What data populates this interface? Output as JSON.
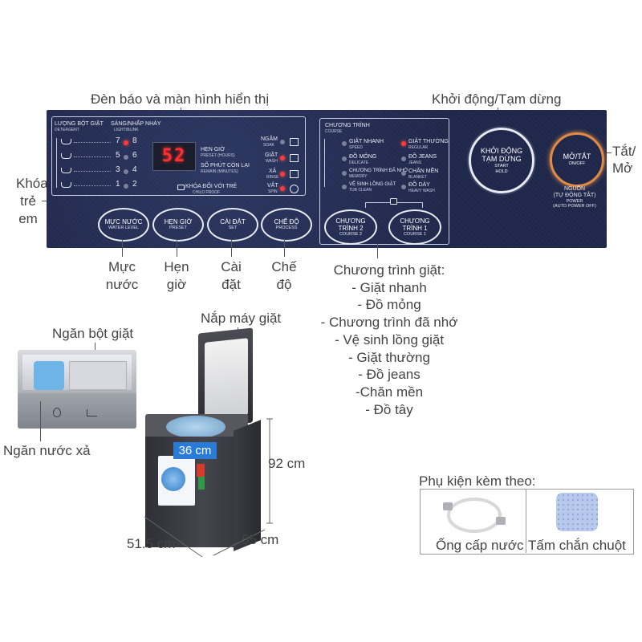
{
  "callouts": {
    "indicators_display": "Đèn báo và màn hình hiển thị",
    "start_pause": "Khởi động/Tạm dừng",
    "power_line1": "Tắt/",
    "power_line2": "Mở",
    "child_lock_line1": "Khóa",
    "child_lock_line2": "trẻ",
    "child_lock_line3": "em",
    "water_level_line1": "Mực",
    "water_level_line2": "nước",
    "preset_line1": "Hẹn",
    "preset_line2": "giờ",
    "set_line1": "Cài",
    "set_line2": "đặt",
    "process_line1": "Chế",
    "process_line2": "độ",
    "programs_title": "Chương trình giặt:",
    "programs": [
      "- Giặt nhanh",
      "- Đồ mỏng",
      "- Chương trình đã nhớ",
      "- Vệ sinh lồng giặt",
      "- Giặt thường",
      "- Đồ jeans",
      "-Chăn mền",
      "- Đồ tây"
    ],
    "lid": "Nắp máy giặt",
    "detergent_drawer": "Ngăn bột giặt",
    "softener_drawer": "Ngăn nước xả",
    "width": "51.5 cm",
    "depth": "55 cm",
    "height": "92 cm",
    "drum": "36 cm"
  },
  "panel": {
    "detergent_title": "LƯỢNG BỘT GIẶT",
    "detergent_sub": "DETERGENT",
    "light_blink_title": "SÁNG/NHẤP NHÁY",
    "light_blink_sub": "LIGHT/BLINK",
    "levels": [
      {
        "a": "7",
        "b": "8"
      },
      {
        "a": "5",
        "b": "6"
      },
      {
        "a": "3",
        "b": "4"
      },
      {
        "a": "1",
        "b": "2"
      }
    ],
    "display_value": "52",
    "preset_hours": "HẸN GIỜ",
    "preset_hours_sub": "PRESET (HOURS)",
    "remain_min": "SỐ PHÚT CÒN LẠI",
    "remain_min_sub": "REMAIN (MINUTES)",
    "child_proof": "KHÓA ĐỐI VỚI TRẺ",
    "child_proof_sub": "CHILD PROOF",
    "soak": "NGÂM",
    "soak_sub": "SOAK",
    "wash": "GIẶT",
    "wash_sub": "WASH",
    "rinse": "XẢ",
    "rinse_sub": "RINSE",
    "spin": "VẮT",
    "spin_sub": "SPIN",
    "buttons": [
      {
        "label": "MỰC NƯỚC",
        "sub": "WATER LEVEL"
      },
      {
        "label": "HẸN GIỜ",
        "sub": "PRESET"
      },
      {
        "label": "CÀI ĐẶT",
        "sub": "SET"
      },
      {
        "label": "CHẾ ĐỘ",
        "sub": "PROCESS"
      }
    ],
    "course_title": "CHƯƠNG TRÌNH",
    "course_sub": "COURSE",
    "courses_left": [
      {
        "label": "GIẶT NHANH",
        "sub": "SPEED"
      },
      {
        "label": "ĐỒ MỎNG",
        "sub": "DELICATE"
      },
      {
        "label": "CHƯƠNG TRÌNH ĐÃ NHỚ",
        "sub": "MEMORY"
      },
      {
        "label": "VỆ SINH LỒNG GIẶT",
        "sub": "TUB CLEAN"
      }
    ],
    "courses_right": [
      {
        "label": "GIẶT THƯỜNG",
        "sub": "REGULAR"
      },
      {
        "label": "ĐỒ JEANS",
        "sub": "JEANS"
      },
      {
        "label": "CHĂN MỀN",
        "sub": "BLANKET"
      },
      {
        "label": "ĐỒ DÀY",
        "sub": "HEAVY WASH"
      }
    ],
    "course2": {
      "l1": "CHƯƠNG",
      "l2": "TRÌNH 2",
      "sub": "COURSE 2"
    },
    "course1": {
      "l1": "CHƯƠNG",
      "l2": "TRÌNH 1",
      "sub": "COURSE 1"
    },
    "start_l1": "KHỞI ĐỘNG",
    "start_l2": "TẠM DỪNG",
    "start_sub1": "START",
    "start_sub2": "HOLD",
    "power_l1": "MỞ/TẮT",
    "power_sub": "ON/OFF",
    "power_desc1": "NGUỒN",
    "power_desc2": "(TỰ ĐỘNG TẮT)",
    "power_desc3": "POWER",
    "power_desc4": "(AUTO POWER OFF)"
  },
  "accessories": {
    "title": "Phụ kiện kèm theo:",
    "hose": "Ống cấp nước",
    "mouse_guard": "Tấm chắn chuột"
  },
  "colors": {
    "panel_bg": "#222a4c",
    "led_red": "#ff3a3a",
    "dimension_blue": "#2a7bd6",
    "power_ring": "#e08a45",
    "machine_body": "#3b3c44"
  }
}
